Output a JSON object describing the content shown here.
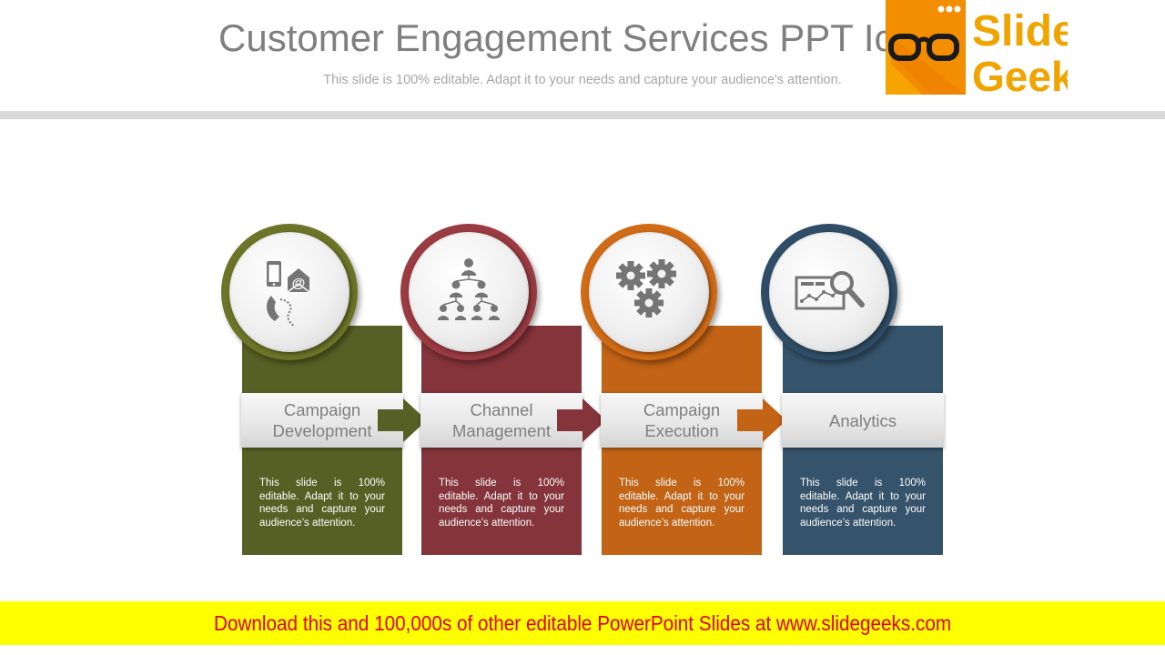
{
  "header": {
    "title": "Customer Engagement Services PPT Ic",
    "subtitle": "This slide is 100% editable. Adapt it to your needs and capture your audience's attention."
  },
  "logo": {
    "line1": "Slide",
    "line2": "Geeks"
  },
  "steps": [
    {
      "label_line1": "Campaign",
      "label_line2": "Development",
      "icon": "contact-devices-icon",
      "color": "#576024",
      "ring_color": "#6b7427",
      "description": "This slide is 100% editable. Adapt it to your needs and capture your audience’s attention."
    },
    {
      "label_line1": "Channel",
      "label_line2": "Management",
      "icon": "org-hierarchy-icon",
      "color": "#84343a",
      "ring_color": "#9a3a41",
      "description": "This slide is 100% editable. Adapt it to your needs and capture your audience’s attention."
    },
    {
      "label_line1": "Campaign",
      "label_line2": "Execution",
      "icon": "gears-icon",
      "color": "#c26316",
      "ring_color": "#cf6a16",
      "description": "This slide is 100% editable. Adapt it to your needs and capture your audience’s attention."
    },
    {
      "label_line1": "Analytics",
      "label_line2": "",
      "icon": "chart-magnifier-icon",
      "color": "#35536b",
      "ring_color": "#2f4d66",
      "description": "This slide is 100% editable. Adapt it to your needs and capture your audience’s attention."
    }
  ],
  "banner": {
    "text": "Download this and 100,000s of other editable PowerPoint Slides at www.slidegeeks.com"
  }
}
